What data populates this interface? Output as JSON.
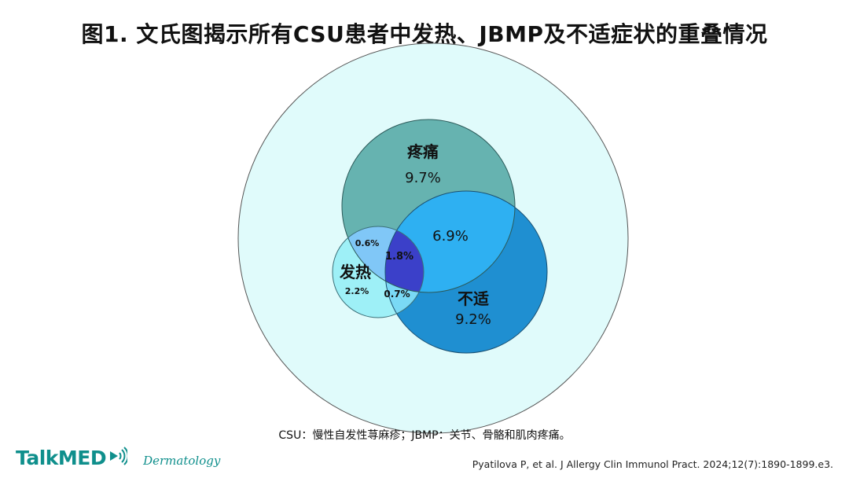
{
  "title": "图1. 文氏图揭示所有CSU患者中发热、JBMP及不适症状的重叠情况",
  "venn": {
    "sets": [
      {
        "label": "疼痛",
        "only_value": "9.7%",
        "color": "#66b3b0"
      },
      {
        "label": "不适",
        "only_value": "9.2%",
        "color": "#1f8fd1"
      },
      {
        "label": "发热",
        "only_value": "2.2%",
        "color": "#9ef0f7"
      }
    ],
    "intersections": {
      "pain_discomfort": "6.9%",
      "fever_pain": "0.6%",
      "fever_pain_discomfort": "1.8%",
      "fever_discomfort": "0.7%"
    },
    "colors": {
      "background_circle": "#e0fbfb",
      "pain_discomfort_overlap": "#2eb0f2",
      "fever_pain_overlap": "#80c7f7",
      "center_overlap": "#3b40c9",
      "fever_discomfort_overlap": "#7ad9f5"
    }
  },
  "footnote": "CSU：慢性自发性荨麻疹；JBMP：关节、骨骼和肌肉疼痛。",
  "brand": {
    "logo_text": "TalkMED",
    "sub_label": "Dermatology",
    "color": "#0f8f8c"
  },
  "citation": "Pyatilova P, et al. J Allergy Clin Immunol Pract. 2024;12(7):1890-1899.e3."
}
